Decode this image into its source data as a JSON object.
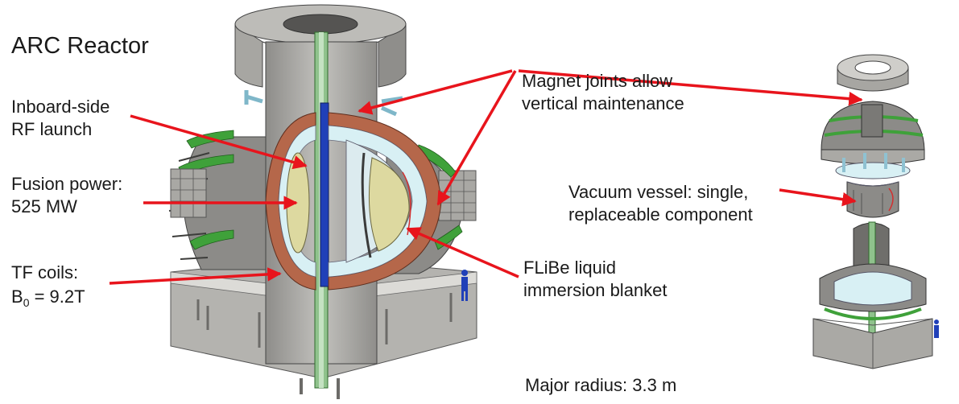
{
  "title": "ARC Reactor",
  "labels": {
    "inboard": [
      "Inboard-side",
      "RF launch"
    ],
    "fusion": [
      "Fusion power:",
      "525 MW"
    ],
    "tf": [
      "TF coils:",
      "B",
      "0",
      " = 9.2T"
    ],
    "magnet": [
      "Magnet joints allow",
      "vertical maintenance"
    ],
    "flibe": [
      "FLiBe liquid",
      "immersion blanket"
    ],
    "vessel": [
      "Vacuum vessel: single,",
      "replaceable component"
    ],
    "radius": "Major radius: 3.3 m"
  },
  "colors": {
    "arrow": "#e8141c",
    "concrete": "#9a9996",
    "concrete_light": "#c9c8c4",
    "coil_copper": "#b5674a",
    "blanket": "#d8f0f4",
    "plasma": "#ddd9a0",
    "green": "#3fa13a",
    "blue": "#2040b8"
  }
}
